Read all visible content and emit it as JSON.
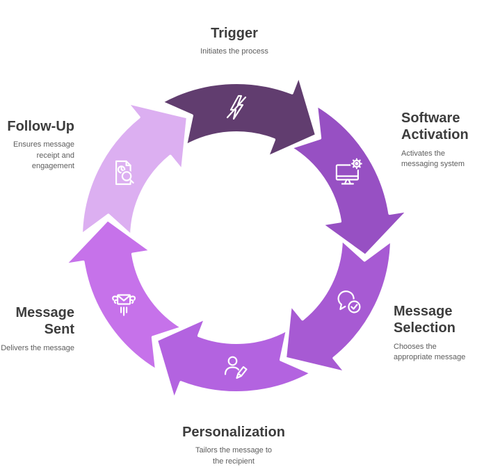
{
  "diagram": {
    "background": "#ffffff",
    "title_color": "#3d3d3d",
    "subtitle_color": "#5c5c5c",
    "flow_direction": "clockwise",
    "stages": [
      {
        "id": "trigger",
        "title": "Trigger",
        "subtitle": "Initiates the process",
        "color": "#613d6f",
        "icon": "flash-off-icon"
      },
      {
        "id": "software-activation",
        "title": "Software\nActivation",
        "subtitle": "Activates the\nmessaging system",
        "color": "#9750c3",
        "icon": "monitor-gear-icon"
      },
      {
        "id": "message-selection",
        "title": "Message\nSelection",
        "subtitle": "Chooses the\nappropriate message",
        "color": "#a75ad3",
        "icon": "chat-check-icon"
      },
      {
        "id": "personalization",
        "title": "Personalization",
        "subtitle": "Tailors the message to\nthe recipient",
        "color": "#b363e0",
        "icon": "user-edit-icon"
      },
      {
        "id": "message-sent",
        "title": "Message\nSent",
        "subtitle": "Delivers the message",
        "color": "#c672ea",
        "icon": "winged-mail-icon"
      },
      {
        "id": "follow-up",
        "title": "Follow-Up",
        "subtitle": "Ensures message\nreceipt and\nengagement",
        "color": "#dcaff1",
        "icon": "document-review-icon"
      }
    ]
  }
}
